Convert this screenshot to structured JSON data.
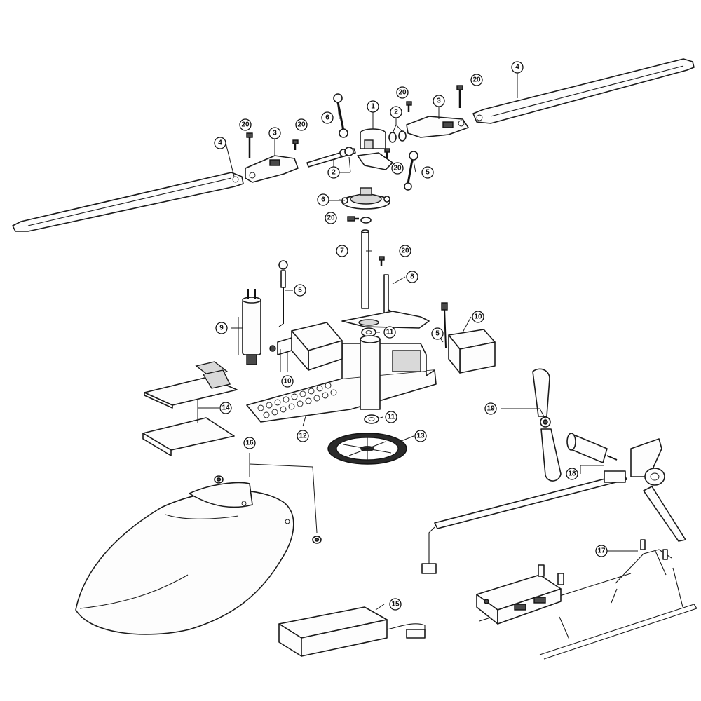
{
  "callouts": [
    {
      "label": "1"
    },
    {
      "label": "2"
    },
    {
      "label": "2"
    },
    {
      "label": "3"
    },
    {
      "label": "3"
    },
    {
      "label": "4"
    },
    {
      "label": "4"
    },
    {
      "label": "5"
    },
    {
      "label": "5"
    },
    {
      "label": "5"
    },
    {
      "label": "6"
    },
    {
      "label": "6"
    },
    {
      "label": "7"
    },
    {
      "label": "8"
    },
    {
      "label": "9"
    },
    {
      "label": "10"
    },
    {
      "label": "10"
    },
    {
      "label": "11"
    },
    {
      "label": "11"
    },
    {
      "label": "12"
    },
    {
      "label": "13"
    },
    {
      "label": "14"
    },
    {
      "label": "15"
    },
    {
      "label": "16"
    },
    {
      "label": "17"
    },
    {
      "label": "18"
    },
    {
      "label": "19"
    },
    {
      "label": "20"
    },
    {
      "label": "20"
    },
    {
      "label": "20"
    },
    {
      "label": "20"
    },
    {
      "label": "20"
    },
    {
      "label": "20"
    },
    {
      "label": "20"
    }
  ]
}
